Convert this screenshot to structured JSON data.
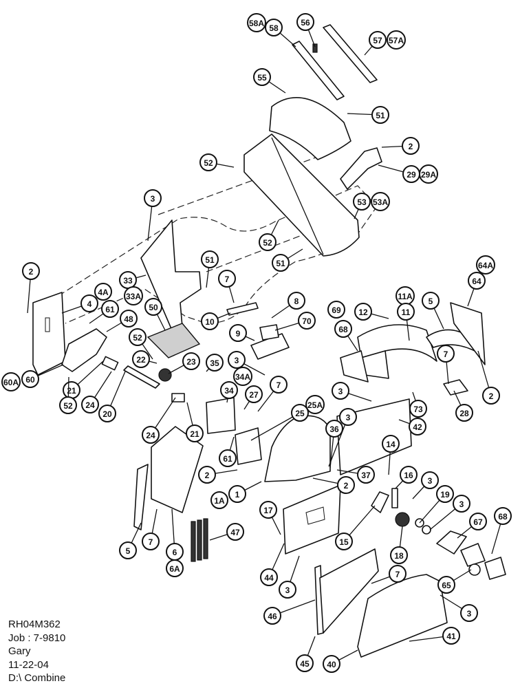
{
  "drawing_info": {
    "code": "RH04M362",
    "job": "Job : 7-9810",
    "author": "Gary",
    "date": "11-22-04",
    "path": "D:\\ Combine"
  },
  "callouts": [
    {
      "label": "58A"
    },
    {
      "label": "58"
    },
    {
      "label": "56"
    },
    {
      "label": "57"
    },
    {
      "label": "57A"
    },
    {
      "label": "55"
    },
    {
      "label": "51"
    },
    {
      "label": "2"
    },
    {
      "label": "52"
    },
    {
      "label": "29"
    },
    {
      "label": "29A"
    },
    {
      "label": "53"
    },
    {
      "label": "53A"
    },
    {
      "label": "52"
    },
    {
      "label": "51"
    },
    {
      "label": "3"
    },
    {
      "label": "51"
    },
    {
      "label": "33"
    },
    {
      "label": "33A"
    },
    {
      "label": "2"
    },
    {
      "label": "4"
    },
    {
      "label": "4A"
    },
    {
      "label": "61"
    },
    {
      "label": "7"
    },
    {
      "label": "8"
    },
    {
      "label": "10"
    },
    {
      "label": "9"
    },
    {
      "label": "70"
    },
    {
      "label": "48"
    },
    {
      "label": "50"
    },
    {
      "label": "52"
    },
    {
      "label": "22"
    },
    {
      "label": "23"
    },
    {
      "label": "35"
    },
    {
      "label": "3"
    },
    {
      "label": "34A"
    },
    {
      "label": "60A"
    },
    {
      "label": "60"
    },
    {
      "label": "21"
    },
    {
      "label": "24"
    },
    {
      "label": "52"
    },
    {
      "label": "20"
    },
    {
      "label": "34"
    },
    {
      "label": "27"
    },
    {
      "label": "7"
    },
    {
      "label": "25A"
    },
    {
      "label": "25"
    },
    {
      "label": "24"
    },
    {
      "label": "21"
    },
    {
      "label": "61"
    },
    {
      "label": "69"
    },
    {
      "label": "68"
    },
    {
      "label": "12"
    },
    {
      "label": "11A"
    },
    {
      "label": "11"
    },
    {
      "label": "5"
    },
    {
      "label": "64A"
    },
    {
      "label": "64"
    },
    {
      "label": "7"
    },
    {
      "label": "2"
    },
    {
      "label": "28"
    },
    {
      "label": "3"
    },
    {
      "label": "73"
    },
    {
      "label": "3"
    },
    {
      "label": "42"
    },
    {
      "label": "36"
    },
    {
      "label": "37"
    },
    {
      "label": "14"
    },
    {
      "label": "2"
    },
    {
      "label": "1A"
    },
    {
      "label": "1"
    },
    {
      "label": "2"
    },
    {
      "label": "16"
    },
    {
      "label": "3"
    },
    {
      "label": "19"
    },
    {
      "label": "17"
    },
    {
      "label": "3"
    },
    {
      "label": "15"
    },
    {
      "label": "18"
    },
    {
      "label": "67"
    },
    {
      "label": "68"
    },
    {
      "label": "65"
    },
    {
      "label": "5"
    },
    {
      "label": "7"
    },
    {
      "label": "6"
    },
    {
      "label": "6A"
    },
    {
      "label": "47"
    },
    {
      "label": "44"
    },
    {
      "label": "3"
    },
    {
      "label": "7"
    },
    {
      "label": "46"
    },
    {
      "label": "3"
    },
    {
      "label": "41"
    },
    {
      "label": "45"
    },
    {
      "label": "40"
    }
  ]
}
